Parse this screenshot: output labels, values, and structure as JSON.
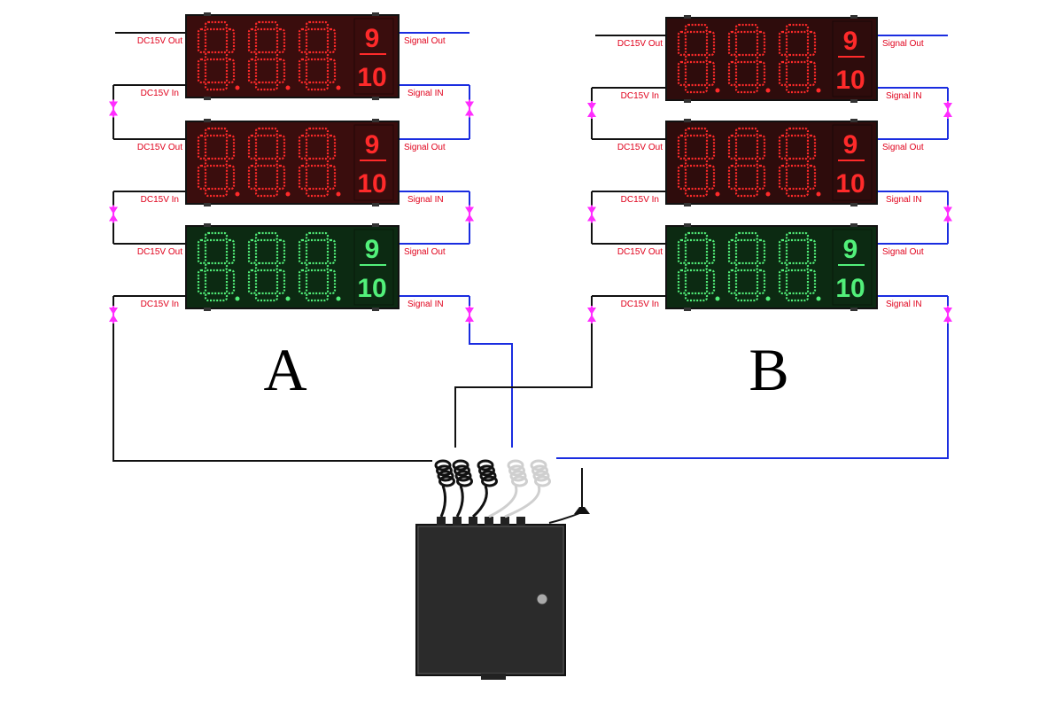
{
  "groups": [
    {
      "letter": "A",
      "boards": [
        {
          "digits": "8.8.8.",
          "fraction_top": "9",
          "fraction_bottom": "10",
          "color": "#ff2a2a",
          "panel": "#3a0d0d",
          "power_out": "DC15V Out",
          "power_in": "DC15V In",
          "signal_out": "Signal Out",
          "signal_in": "Signal IN"
        },
        {
          "digits": "8.8.8.",
          "fraction_top": "9",
          "fraction_bottom": "10",
          "color": "#ff2a2a",
          "panel": "#3a0d0d",
          "power_out": "DC15V Out",
          "power_in": "DC15V In",
          "signal_out": "Signal Out",
          "signal_in": "Signal IN"
        },
        {
          "digits": "8.8.8.",
          "fraction_top": "9",
          "fraction_bottom": "10",
          "color": "#52f07a",
          "panel": "#0c2a12",
          "power_out": "DC15V Out",
          "power_in": "DC15V In",
          "signal_out": "Signal Out",
          "signal_in": "Signal IN"
        }
      ]
    },
    {
      "letter": "B",
      "boards": [
        {
          "digits": "8.8.8.",
          "fraction_top": "9",
          "fraction_bottom": "10",
          "color": "#ff2a2a",
          "panel": "#2e0c0c",
          "power_out": "DC15V Out",
          "power_in": "DC15V In",
          "signal_out": "Signal Out",
          "signal_in": "Signal IN"
        },
        {
          "digits": "8.8.8.",
          "fraction_top": "9",
          "fraction_bottom": "10",
          "color": "#ff2a2a",
          "panel": "#2e0c0c",
          "power_out": "DC15V Out",
          "power_in": "DC15V In",
          "signal_out": "Signal Out",
          "signal_in": "Signal IN"
        },
        {
          "digits": "8.8.8.",
          "fraction_top": "9",
          "fraction_bottom": "10",
          "color": "#52f07a",
          "panel": "#0c2a12",
          "power_out": "DC15V Out",
          "power_in": "DC15V In",
          "signal_out": "Signal Out",
          "signal_in": "Signal IN"
        }
      ]
    }
  ],
  "colors": {
    "power_wire": "#111111",
    "signal_wire": "#1a2de0",
    "arrow": "#ff2dff",
    "label": "#e0001b",
    "controller_box": "#2b2b2b"
  },
  "icons": {
    "controller": "control-box-icon",
    "antenna": "antenna-icon",
    "cable": "cable-coil-icon"
  }
}
